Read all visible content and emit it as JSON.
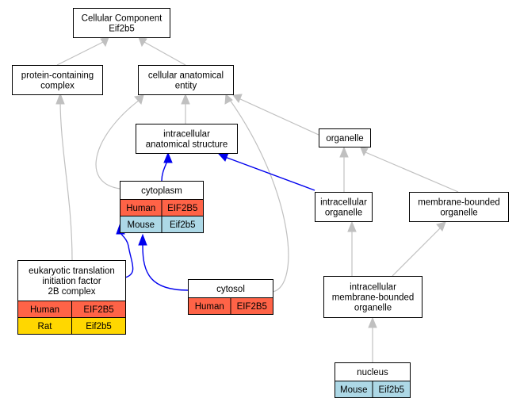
{
  "colors": {
    "human": "#ff6347",
    "mouse": "#add8e6",
    "rat": "#ffd700",
    "edge_gray": "#c0c0c0",
    "edge_blue": "#0000ee"
  },
  "nodes": {
    "root": {
      "lines": [
        "Cellular Component",
        "Eif2b5"
      ]
    },
    "protein_complex": {
      "lines": [
        "protein-containing",
        "complex"
      ]
    },
    "anatomical_entity": {
      "lines": [
        "cellular anatomical",
        "entity"
      ]
    },
    "intracellular_structure": {
      "lines": [
        "intracellular",
        "anatomical structure"
      ]
    },
    "organelle": {
      "lines": [
        "organelle"
      ]
    },
    "cytoplasm": {
      "lines": [
        "cytoplasm"
      ],
      "rows": [
        {
          "species": "Human",
          "gene": "EIF2B5",
          "color": "human"
        },
        {
          "species": "Mouse",
          "gene": "Eif2b5",
          "color": "mouse"
        }
      ]
    },
    "intracellular_organelle": {
      "lines": [
        "intracellular",
        "organelle"
      ]
    },
    "membrane_bounded_organelle": {
      "lines": [
        "membrane-bounded",
        "organelle"
      ]
    },
    "eif2b_complex": {
      "lines": [
        "eukaryotic translation",
        "initiation factor",
        "2B complex"
      ],
      "rows": [
        {
          "species": "Human",
          "gene": "EIF2B5",
          "color": "human"
        },
        {
          "species": "Rat",
          "gene": "Eif2b5",
          "color": "rat"
        }
      ]
    },
    "cytosol": {
      "lines": [
        "cytosol"
      ],
      "rows": [
        {
          "species": "Human",
          "gene": "EIF2B5",
          "color": "human"
        }
      ]
    },
    "intracellular_membrane_organelle": {
      "lines": [
        "intracellular",
        "membrane-bounded",
        "organelle"
      ]
    },
    "nucleus": {
      "lines": [
        "nucleus"
      ],
      "rows": [
        {
          "species": "Mouse",
          "gene": "Eif2b5",
          "color": "mouse"
        }
      ]
    }
  },
  "edges": [
    {
      "from": "protein_complex",
      "to": "root",
      "style": "gray"
    },
    {
      "from": "anatomical_entity",
      "to": "root",
      "style": "gray"
    },
    {
      "from": "eif2b_complex",
      "to": "protein_complex",
      "style": "gray"
    },
    {
      "from": "intracellular_structure",
      "to": "anatomical_entity",
      "style": "gray"
    },
    {
      "from": "cytoplasm",
      "to": "anatomical_entity",
      "style": "gray"
    },
    {
      "from": "cytosol",
      "to": "anatomical_entity",
      "style": "gray"
    },
    {
      "from": "organelle",
      "to": "anatomical_entity",
      "style": "gray"
    },
    {
      "from": "intracellular_organelle",
      "to": "organelle",
      "style": "gray"
    },
    {
      "from": "membrane_bounded_organelle",
      "to": "organelle",
      "style": "gray"
    },
    {
      "from": "intracellular_membrane_organelle",
      "to": "intracellular_organelle",
      "style": "gray"
    },
    {
      "from": "intracellular_membrane_organelle",
      "to": "membrane_bounded_organelle",
      "style": "gray"
    },
    {
      "from": "nucleus",
      "to": "intracellular_membrane_organelle",
      "style": "gray"
    },
    {
      "from": "cytoplasm",
      "to": "intracellular_structure",
      "style": "blue"
    },
    {
      "from": "intracellular_organelle",
      "to": "intracellular_structure",
      "style": "blue"
    },
    {
      "from": "eif2b_complex",
      "to": "cytoplasm",
      "style": "blue"
    },
    {
      "from": "cytosol",
      "to": "cytoplasm",
      "style": "blue"
    }
  ]
}
